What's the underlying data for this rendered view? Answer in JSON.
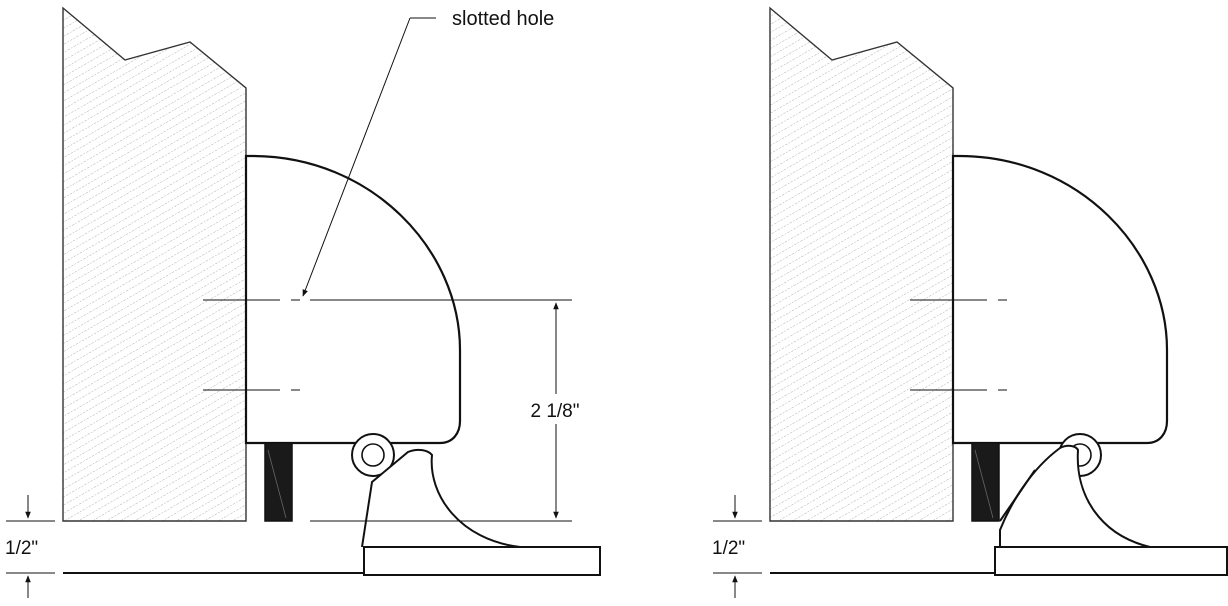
{
  "diagram": {
    "left_view": {
      "callout_label": "slotted hole",
      "vertical_dimension": "2 1/8\"",
      "gap_dimension": "1/2\""
    },
    "right_view": {
      "gap_dimension": "1/2\""
    }
  }
}
